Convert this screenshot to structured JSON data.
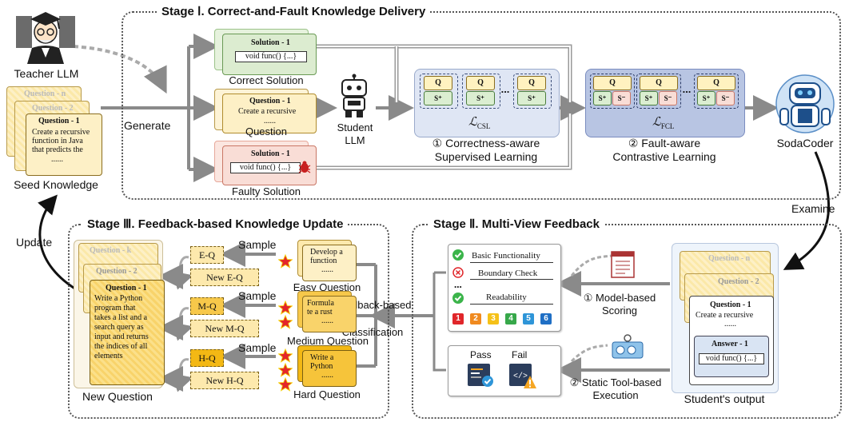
{
  "colors": {
    "correct_green": "#dcecd0",
    "question_yellow": "#fdf0c6",
    "faulty_pink": "#f9ddd6",
    "csl_blue": "#dfe6f4",
    "fcl_blue": "#b8c5e3",
    "easy_tag": "#fde9ad",
    "medium_tag": "#f7c84a",
    "hard_tag": "#f3b814",
    "star_red": "#e3262b"
  },
  "stage1": {
    "title": "Stage Ⅰ. Correct-and-Fault Knowledge Delivery",
    "correct_solution_label": "Correct Solution",
    "question_label": "Question",
    "faulty_solution_label": "Faulty Solution",
    "solution_card_title": "Solution - 1",
    "solution_card_code": "void func() {...}",
    "question_card_title": "Question - 1",
    "question_card_text1": "Create a recursive",
    "question_card_text2": "......",
    "student_label1": "Student",
    "student_label2": "LLM",
    "csl_symbol": "ℒ",
    "csl_sub": "CSL",
    "fcl_symbol": "ℒ",
    "fcl_sub": "FCL",
    "csl_caption1": "① Correctness-aware",
    "csl_caption2": "Supervised Learning",
    "fcl_caption1": "② Fault-aware",
    "fcl_caption2": "Contrastive Learning",
    "q": "Q",
    "s_plus": "S⁺",
    "s_minus": "S⁻",
    "dots": "..."
  },
  "left": {
    "teacher_label": "Teacher LLM",
    "generate_label": "Generate",
    "seed_label": "Seed Knowledge",
    "update_label": "Update",
    "seed_card_n": "Question - n",
    "seed_card_2": "Question - 2",
    "seed_card_1": "Question - 1",
    "seed_card_text": [
      "Create a recursive",
      "function in Java",
      "that predicts the",
      "......"
    ]
  },
  "right": {
    "sodacoder_label": "SodaCoder",
    "examine_label": "Examine"
  },
  "stage2": {
    "title": "Stage Ⅱ. Multi-View Feedback",
    "checks": [
      "Basic Functionality",
      "Boundary Check",
      "...",
      "Readability"
    ],
    "scores": [
      "1",
      "2",
      "3",
      "4",
      "5",
      "6"
    ],
    "score_colors": [
      "#e0262a",
      "#f08a1f",
      "#f5c118",
      "#37a84a",
      "#2e95d8",
      "#1f6fc5"
    ],
    "model_scoring1": "① Model-based",
    "model_scoring2": "Scoring",
    "pass_label": "Pass",
    "fail_label": "Fail",
    "static_tool1": "② Static Tool-based",
    "static_tool2": "Execution",
    "students_output": "Student's output",
    "out_card_n": "Question - n",
    "out_card_2": "Question - 2",
    "out_card_1": "Question - 1",
    "out_card_text": "Create a recursive",
    "out_card_dots": "......",
    "answer_title": "Answer - 1",
    "answer_code": "void func() {...}"
  },
  "stage3": {
    "title": "Stage Ⅲ. Feedback-based Knowledge Update",
    "feedback_label1": "Feedback-based",
    "feedback_label2": "Classification",
    "sample": "Sample",
    "easy": {
      "tag": "E-Q",
      "new": "New E-Q",
      "label": "Easy Question",
      "text": [
        "Develop a",
        "function",
        "......"
      ]
    },
    "medium": {
      "tag": "M-Q",
      "new": "New M-Q",
      "label": "Medium Question",
      "text": [
        "Formula",
        "te a rust",
        "......"
      ]
    },
    "hard": {
      "tag": "H-Q",
      "new": "New H-Q",
      "label": "Hard Question",
      "text": [
        "Write a",
        "Python",
        "......"
      ]
    },
    "newq_label": "New Question",
    "newq_card_k": "Question - k",
    "newq_card_2": "Question - 2",
    "newq_card_1": "Question - 1",
    "newq_text": [
      "Write a Python",
      "program that",
      "takes a list and a",
      "search query as",
      "input and returns",
      "the indices of all",
      "elements"
    ]
  }
}
